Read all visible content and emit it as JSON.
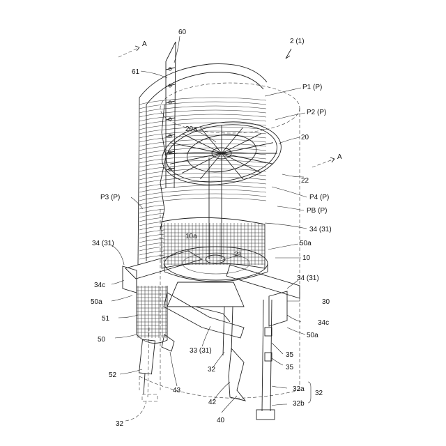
{
  "labels": {
    "l60": "60",
    "l61": "61",
    "la_top": "A",
    "la_right": "A",
    "l2": "2 (1)",
    "lp1": "P1 (P)",
    "lp2": "P2 (P)",
    "l20a": "20a",
    "l20": "20",
    "l22": "22",
    "lp3": "P3 (P)",
    "lp4": "P4 (P)",
    "lpb": "PB (P)",
    "l3431a": "34 (31)",
    "l10a": "10a",
    "l50a_r": "50a",
    "l21": "21",
    "l10": "10",
    "l3431_left": "34 (31)",
    "l34c_left": "34c",
    "l50a_left": "50a",
    "l3431_right": "34 (31)",
    "l30": "30",
    "l34c_right": "34c",
    "l50a_right2": "50a",
    "l51": "51",
    "l50": "50",
    "l3331": "33 (31)",
    "l35a": "35",
    "l35b": "35",
    "l32_mid": "32",
    "l52": "52",
    "l43": "43",
    "l32a": "32a",
    "l32_brace": "32",
    "l32b": "32b",
    "l42": "42",
    "l40": "40",
    "l32_bottom": "32"
  }
}
